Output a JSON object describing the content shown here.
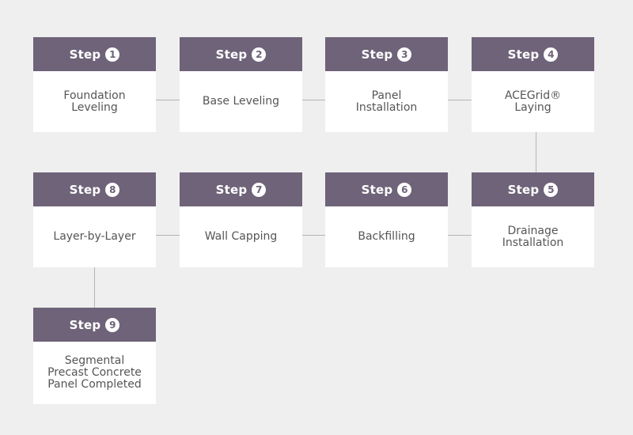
{
  "colors": {
    "background": "#efefef",
    "header": "#6e6379",
    "card": "#ffffff",
    "connector": "#b5b5b5",
    "text": "#555555"
  },
  "steps": [
    {
      "label": "Step",
      "number": "1",
      "title": "Foundation\nLeveling"
    },
    {
      "label": "Step",
      "number": "2",
      "title": "Base Leveling"
    },
    {
      "label": "Step",
      "number": "3",
      "title": "Panel\nInstallation"
    },
    {
      "label": "Step",
      "number": "4",
      "title": "ACEGrid®\nLaying"
    },
    {
      "label": "Step",
      "number": "5",
      "title": "Drainage\nInstallation"
    },
    {
      "label": "Step",
      "number": "6",
      "title": "Backfilling"
    },
    {
      "label": "Step",
      "number": "7",
      "title": "Wall Capping"
    },
    {
      "label": "Step",
      "number": "8",
      "title": "Layer-by-Layer"
    },
    {
      "label": "Step",
      "number": "9",
      "title": "Segmental\nPrecast Concrete\nPanel Completed"
    }
  ]
}
